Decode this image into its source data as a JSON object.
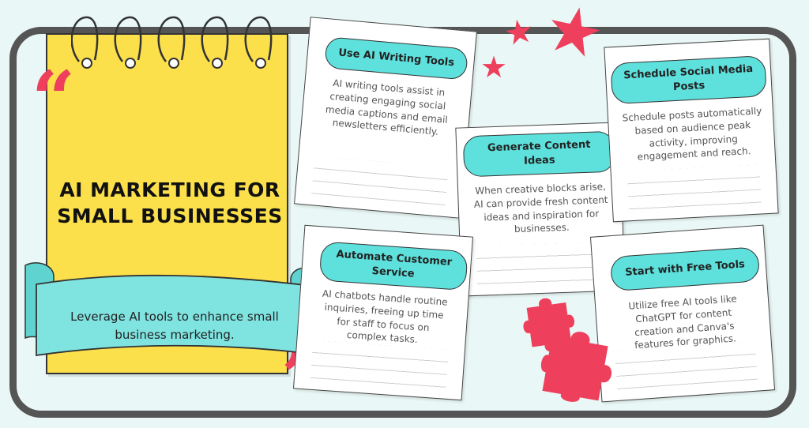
{
  "colors": {
    "background": "#e9f8f6",
    "frame": "#555555",
    "notebook": "#fbe04c",
    "accent": "#ee3f5c",
    "tab": "#5ee0dc",
    "ribbon": "#7fe3e0"
  },
  "decorations": [
    "star-icon",
    "quote-icon",
    "puzzle-icon",
    "spiral-rings"
  ],
  "headline": {
    "title_line1": "AI MARKETING FOR",
    "title_line2": "SMALL BUSINESSES",
    "tagline_line1": "Leverage AI tools to enhance small",
    "tagline_line2": "business marketing."
  },
  "cards": [
    {
      "title": "Use AI Writing Tools",
      "body": "AI writing tools assist in creating engaging social media captions and email newsletters efficiently."
    },
    {
      "title": "Generate Content Ideas",
      "body": "When creative blocks arise, AI can provide fresh content ideas and inspiration for businesses."
    },
    {
      "title": "Schedule Social Media Posts",
      "body": "Schedule posts automatically based on audience peak activity, improving engagement and reach."
    },
    {
      "title": "Automate Customer Service",
      "body": "AI chatbots handle routine inquiries, freeing up time for staff to focus on complex tasks."
    },
    {
      "title": "Start with Free Tools",
      "body": "Utilize free AI tools like ChatGPT for content creation and Canva's features for graphics."
    }
  ]
}
